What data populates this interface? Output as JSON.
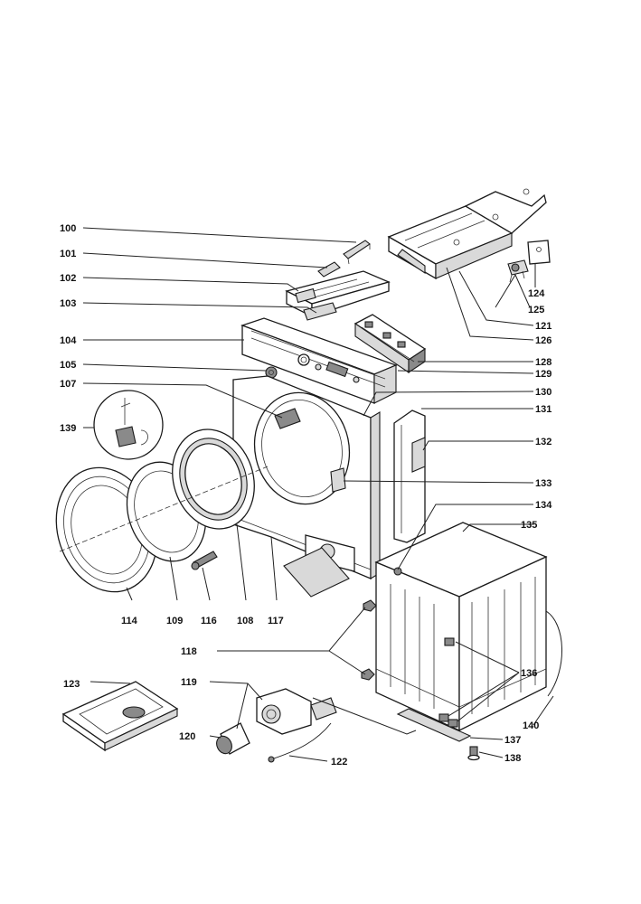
{
  "labels": {
    "l100": "100",
    "l101": "101",
    "l102": "102",
    "l103": "103",
    "l104": "104",
    "l105": "105",
    "l107": "107",
    "l139": "139",
    "l114": "114",
    "l109": "109",
    "l116": "116",
    "l108": "108",
    "l117": "117",
    "l118": "118",
    "l119": "119",
    "l123": "123",
    "l120": "120",
    "l122": "122",
    "l124": "124",
    "l125": "125",
    "l121": "121",
    "l126": "126",
    "l128": "128",
    "l129": "129",
    "l130": "130",
    "l131": "131",
    "l132": "132",
    "l133": "133",
    "l134": "134",
    "l135": "135",
    "l136": "136",
    "l140": "140",
    "l137": "137",
    "l138": "138"
  },
  "colors": {
    "ink": "#1a1a1a",
    "paper": "#ffffff",
    "shade": "#d9d9d9",
    "dark": "#8a8a8a"
  }
}
